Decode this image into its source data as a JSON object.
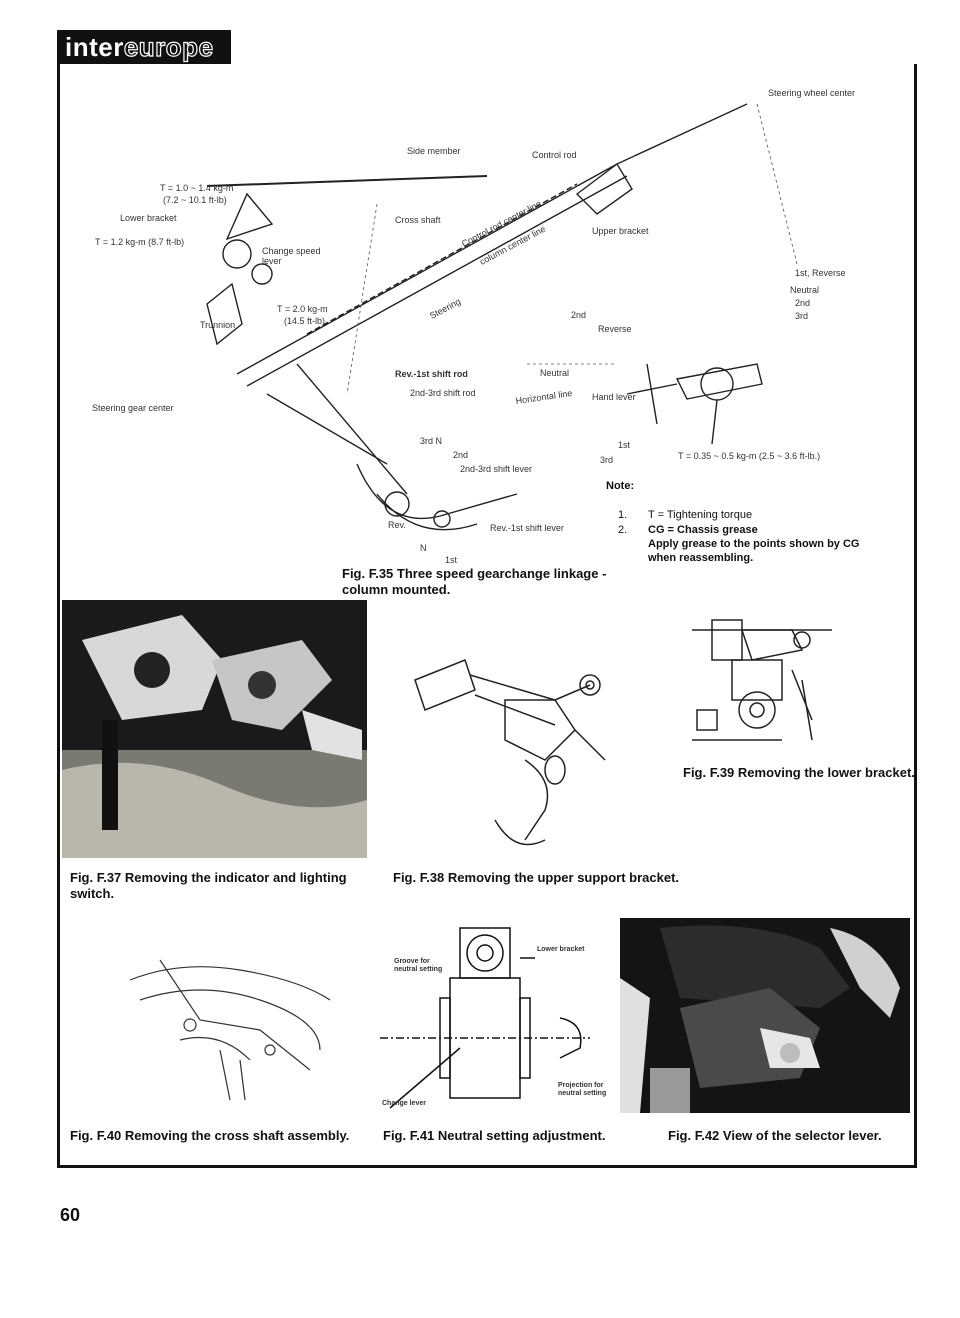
{
  "header": {
    "brand_a": "inter",
    "brand_b": "europe"
  },
  "fig35": {
    "labels": {
      "steering_wheel_center": "Steering wheel center",
      "side_member": "Side member",
      "control_rod": "Control rod",
      "torque1": "T = 1.0 ~ 1.4 kg-m",
      "torque1b": "(7.2 ~ 10.1 ft-lb)",
      "lower_bracket": "Lower bracket",
      "cross_shaft": "Cross shaft",
      "torque2": "T = 1.2 kg-m (8.7 ft-lb)",
      "change_speed_lever": "Change speed lever",
      "control_rod_center_line": "Control rod center line",
      "column_center_line": "column center line",
      "upper_bracket": "Upper bracket",
      "first_reverse": "1st, Reverse",
      "neutral": "Neutral",
      "second": "2nd",
      "third": "3rd",
      "trunnion": "Trunnion",
      "torque3": "T = 2.0 kg-m",
      "torque3b": "(14.5 ft-lb)",
      "steering": "Steering",
      "second_b": "2nd",
      "reverse_b": "Reverse",
      "rev1st_shift_rod": "Rev.-1st shift rod",
      "neutral_b": "Neutral",
      "shift_rod_23": "2nd-3rd shift rod",
      "horizontal_line": "Horizontal line",
      "hand_lever": "Hand lever",
      "steering_gear_center": "Steering gear center",
      "third_n": "3rd   N",
      "second_c": "2nd",
      "first_b": "1st",
      "third_b": "3rd",
      "torque4": "T = 0.35 ~ 0.5 kg-m (2.5 ~ 3.6 ft-lb.)",
      "shift_lever_23": "2nd-3rd shift lever",
      "rev": "Rev.",
      "rev1st_shift_lever": "Rev.-1st shift lever",
      "n": "N",
      "first_c": "1st"
    },
    "note_title": "Note:",
    "note1_num": "1.",
    "note1": "T = Tightening torque",
    "note2_num": "2.",
    "note2": "CG = Chassis grease",
    "note2b": "Apply grease to the points shown by CG",
    "note2c": "when reassembling.",
    "caption_a": "Fig. F.35 Three speed gearchange linkage -",
    "caption_b": "column mounted."
  },
  "fig37": {
    "caption_a": "Fig. F.37 Removing the indicator and lighting",
    "caption_b": "switch."
  },
  "fig38": {
    "caption": "Fig. F.38 Removing the upper support bracket."
  },
  "fig39": {
    "caption": "Fig. F.39 Removing the lower bracket."
  },
  "fig40": {
    "caption": "Fig. F.40 Removing the cross shaft assembly."
  },
  "fig41": {
    "caption": "Fig. F.41 Neutral setting adjustment.",
    "labels": {
      "lower_bracket": "Lower bracket",
      "groove_a": "Groove for",
      "groove_b": "neutral setting",
      "projection_a": "Projection for",
      "projection_b": "neutral setting",
      "change_lever": "Change lever"
    }
  },
  "fig42": {
    "caption": "Fig. F.42 View of the selector lever."
  },
  "page_number": "60"
}
